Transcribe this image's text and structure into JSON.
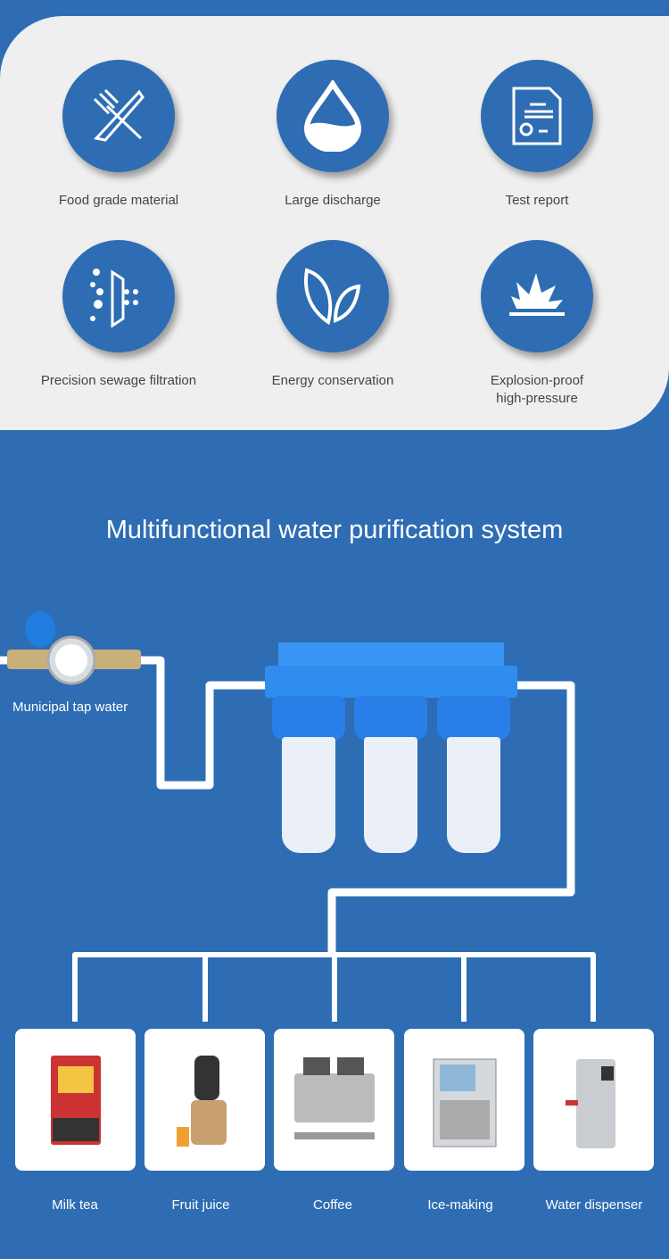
{
  "features": [
    {
      "label": "Food grade material",
      "icon": "fork-knife-icon"
    },
    {
      "label": "Large discharge",
      "icon": "water-drop-icon"
    },
    {
      "label": "Test report",
      "icon": "certificate-icon"
    },
    {
      "label": "Precision sewage filtration",
      "icon": "filtration-icon"
    },
    {
      "label": "Energy conservation",
      "icon": "leaves-icon"
    },
    {
      "label": "Explosion-proof high-pressure",
      "icon": "explosion-icon",
      "line1": "Explosion-proof",
      "line2": "high-pressure"
    }
  ],
  "title": "Multifunctional water purification system",
  "source_label": "Municipal tap water",
  "applications": [
    {
      "label": "Milk tea"
    },
    {
      "label": "Fruit juice"
    },
    {
      "label": "Coffee"
    },
    {
      "label": "Ice-making"
    },
    {
      "label": "Water dispenser"
    }
  ],
  "colors": {
    "background": "#2e6db3",
    "panel": "#efefef",
    "filter_blue": "#2a7ee8"
  }
}
